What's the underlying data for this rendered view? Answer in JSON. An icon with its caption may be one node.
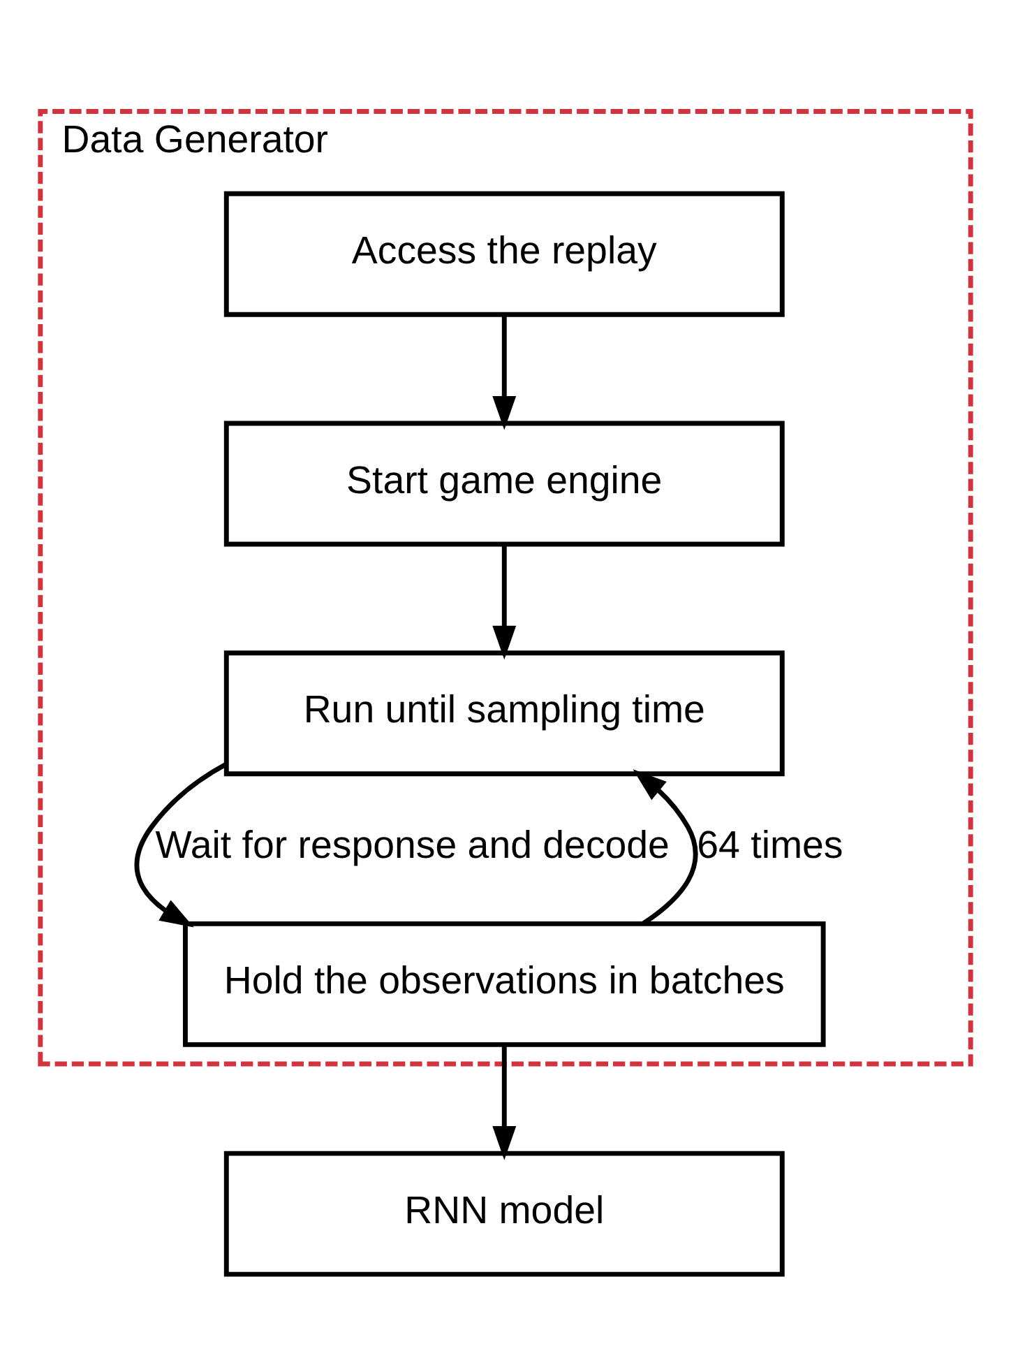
{
  "diagram": {
    "nodes": [
      {
        "text": [
          "Data Generator"
        ]
      },
      {
        "text": [
          "Access the replay"
        ],
        "in": 0
      },
      {
        "text": [
          "Start game engine"
        ],
        "in": 0
      },
      {
        "text": [
          "Run until sampling time"
        ],
        "in": 0
      },
      {
        "text": [
          "Hold the observations in batches"
        ],
        "in": 0
      },
      {
        "text": [
          "RNN model"
        ]
      }
    ],
    "edges": [
      {
        "from": 1,
        "to": 2,
        "arrow": "to"
      },
      {
        "from": 2,
        "to": 3,
        "arrow": "to"
      },
      {
        "from": 3,
        "to": 4,
        "arrow": "to",
        "label": "Wait for response and decode"
      },
      {
        "from": 4,
        "to": 3,
        "arrow": "to",
        "label": "64 times"
      },
      {
        "from": 4,
        "to": 5,
        "arrow": "to"
      }
    ]
  }
}
